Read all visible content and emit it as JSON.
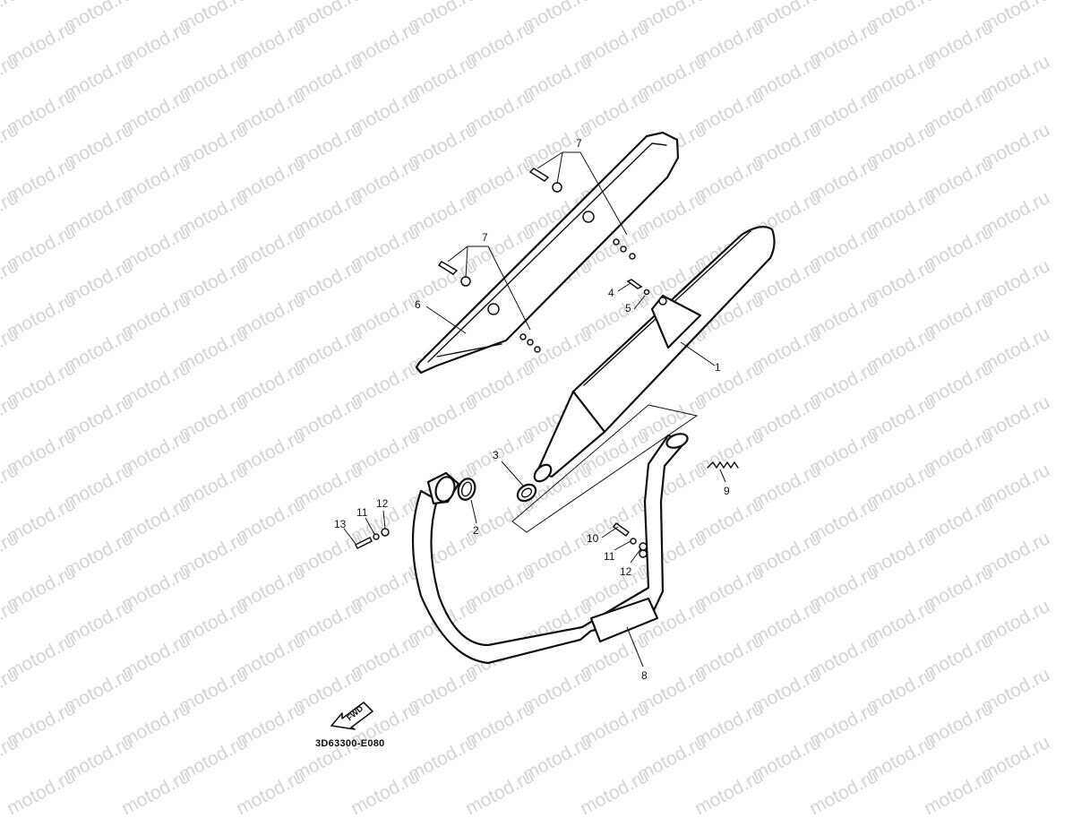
{
  "watermark": {
    "text": "motod.ru"
  },
  "diagram": {
    "code": "3D63300-E080",
    "fwd_label": "FWD",
    "callouts": {
      "c1": "1",
      "c2": "2",
      "c3": "3",
      "c4": "4",
      "c5": "5",
      "c6": "6",
      "c7a": "7",
      "c7b": "7",
      "c8": "8",
      "c9": "9",
      "c10": "10",
      "c11a": "11",
      "c11b": "11",
      "c12a": "12",
      "c12b": "12",
      "c13": "13"
    }
  },
  "colors": {
    "line": "#111111",
    "watermark": "#d4d4d4",
    "background": "#ffffff"
  }
}
